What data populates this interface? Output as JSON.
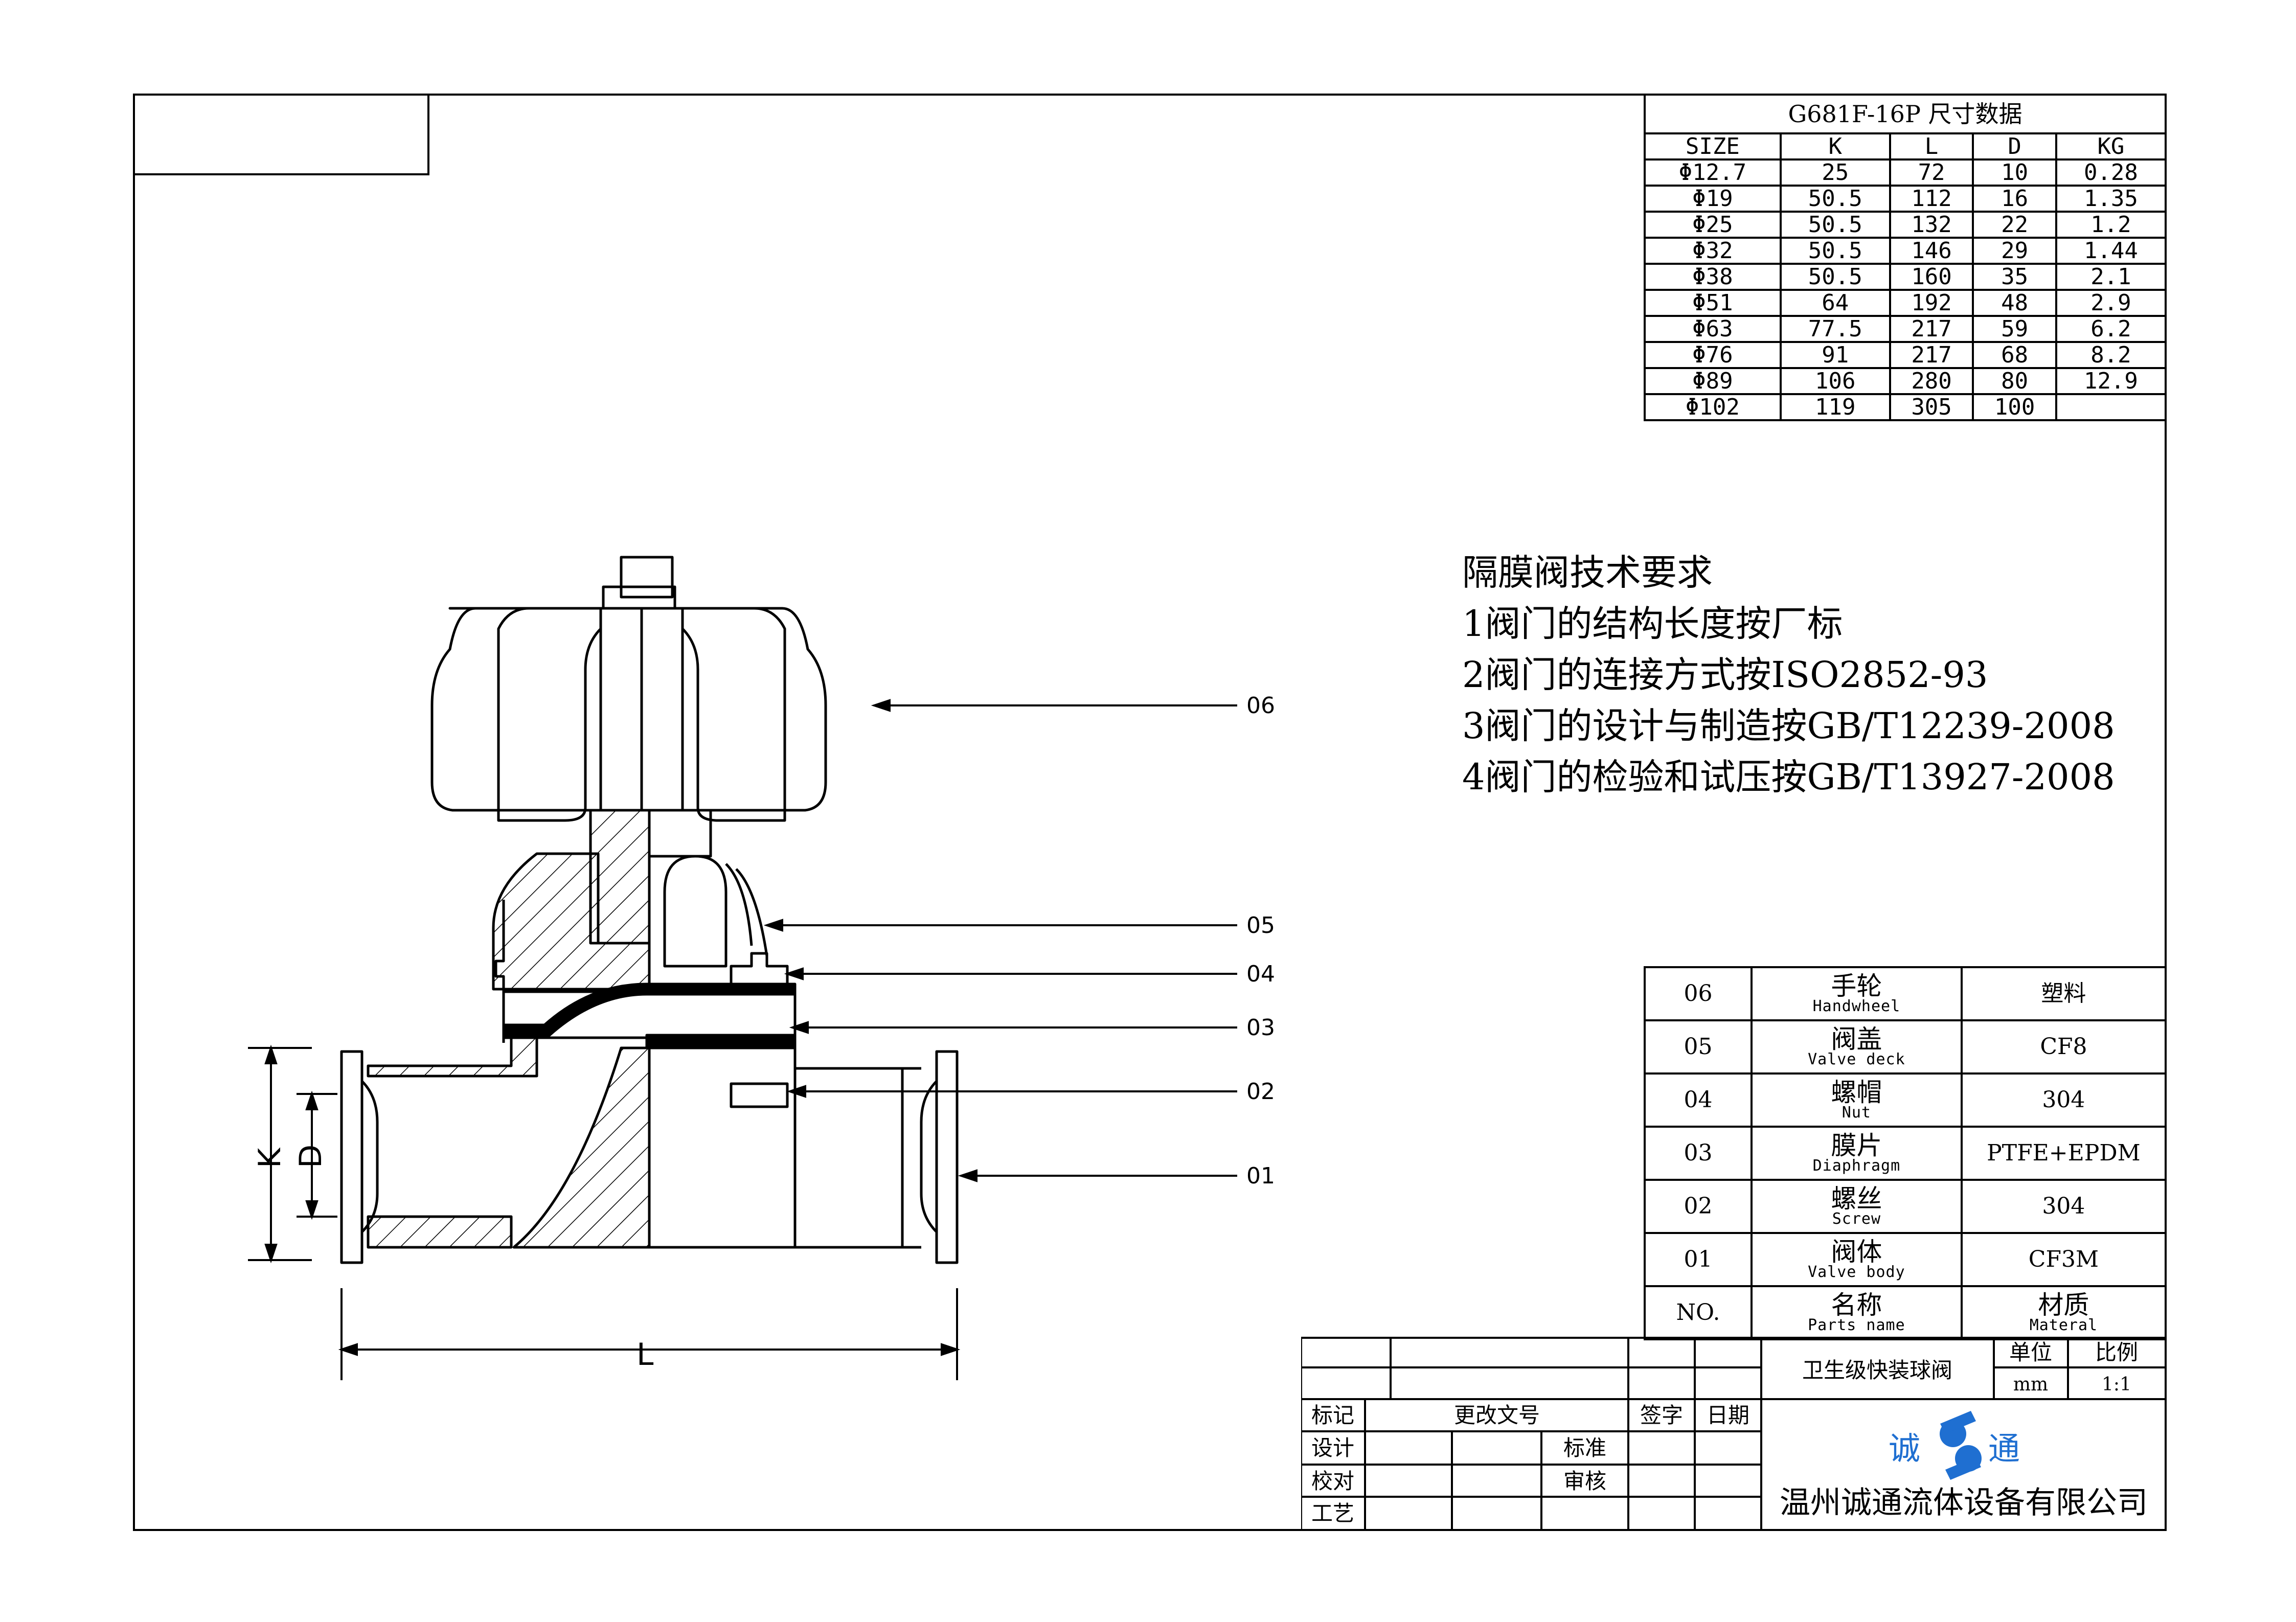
{
  "dimension_table": {
    "title": "G681F-16P 尺寸数据",
    "headers": [
      "SIZE",
      "K",
      "L",
      "D",
      "KG"
    ],
    "rows": [
      [
        "Φ12.7",
        "25",
        "72",
        "10",
        "0.28"
      ],
      [
        "Φ19",
        "50.5",
        "112",
        "16",
        "1.35"
      ],
      [
        "Φ25",
        "50.5",
        "132",
        "22",
        "1.2"
      ],
      [
        "Φ32",
        "50.5",
        "146",
        "29",
        "1.44"
      ],
      [
        "Φ38",
        "50.5",
        "160",
        "35",
        "2.1"
      ],
      [
        "Φ51",
        "64",
        "192",
        "48",
        "2.9"
      ],
      [
        "Φ63",
        "77.5",
        "217",
        "59",
        "6.2"
      ],
      [
        "Φ76",
        "91",
        "217",
        "68",
        "8.2"
      ],
      [
        "Φ89",
        "106",
        "280",
        "80",
        "12.9"
      ],
      [
        "Φ102",
        "119",
        "305",
        "100",
        ""
      ]
    ]
  },
  "requirements": {
    "title": "隔膜阀技术要求",
    "items": [
      "1阀门的结构长度按厂标",
      "2阀门的连接方式按ISO2852-93",
      "3阀门的设计与制造按GB/T12239-2008",
      "4阀门的检验和试压按GB/T13927-2008"
    ]
  },
  "callouts": [
    "06",
    "05",
    "04",
    "03",
    "02",
    "01"
  ],
  "dimension_labels": {
    "k": "K",
    "d": "D",
    "l": "L"
  },
  "parts_table": {
    "rows": [
      {
        "no": "06",
        "cn": "手轮",
        "en": "Handwheel",
        "material": "塑料"
      },
      {
        "no": "05",
        "cn": "阀盖",
        "en": "Valve deck",
        "material": "CF8"
      },
      {
        "no": "04",
        "cn": "螺帽",
        "en": "Nut",
        "material": "304"
      },
      {
        "no": "03",
        "cn": "膜片",
        "en": "Diaphragm",
        "material": "PTFE+EPDM"
      },
      {
        "no": "02",
        "cn": "螺丝",
        "en": "Screw",
        "material": "304"
      },
      {
        "no": "01",
        "cn": "阀体",
        "en": "Valve body",
        "material": "CF3M"
      }
    ],
    "header": {
      "no": "NO.",
      "cn": "名称",
      "en": "Parts name",
      "material_cn": "材质",
      "material_en": "Materal"
    }
  },
  "title_block": {
    "product_name": "卫生级快装球阀",
    "unit_label": "单位",
    "unit_value": "mm",
    "scale_label": "比例",
    "scale_value": "1:1",
    "mark": "标记",
    "change_doc": "更改文号",
    "sign": "签字",
    "date": "日期",
    "design": "设计",
    "standard": "标准",
    "check": "校对",
    "review": "审核",
    "process": "工艺",
    "logo_left": "诚",
    "logo_right": "通",
    "company": "温州诚通流体设备有限公司",
    "logo_color": "#1f6fd1"
  }
}
